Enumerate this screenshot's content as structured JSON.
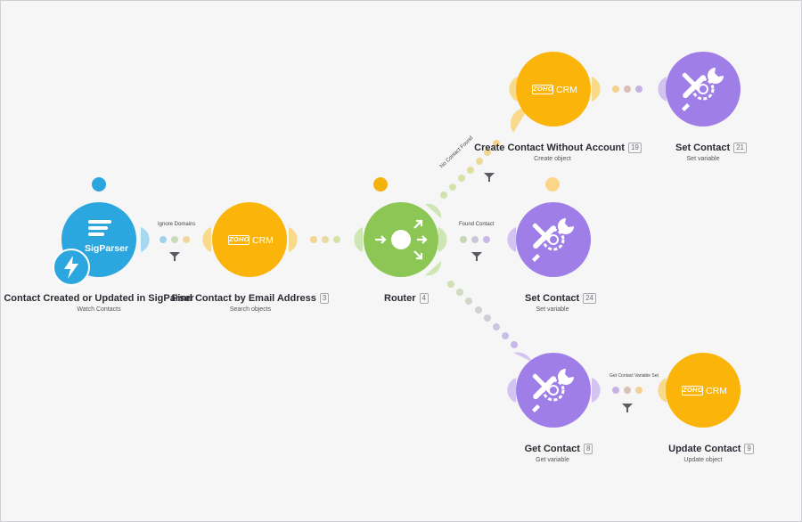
{
  "modules": {
    "sigparser": {
      "label": "Contact Created or Updated in SigParser",
      "sub": "Watch Contacts",
      "logo": "SigParser",
      "color": "#2ba6df"
    },
    "find": {
      "label": "Find Contact by Email Address",
      "badge": "3",
      "sub": "Search objects",
      "logo": "CRM"
    },
    "router": {
      "label": "Router",
      "badge": "4"
    },
    "create": {
      "label": "Create Contact Without Account",
      "badge": "19",
      "sub": "Create object",
      "logo": "CRM"
    },
    "setTop": {
      "label": "Set Contact",
      "badge": "21",
      "sub": "Set variable"
    },
    "setMid": {
      "label": "Set Contact",
      "badge": "24",
      "sub": "Set variable"
    },
    "get": {
      "label": "Get Contact",
      "badge": "8",
      "sub": "Get variable"
    },
    "update": {
      "label": "Update Contact",
      "badge": "9",
      "sub": "Update object",
      "logo": "CRM"
    }
  },
  "filters": {
    "ignore": "Ignore Domains",
    "noContact": "No Contact Found",
    "found": "Found Contact",
    "getSet": "Get Contact Variable Set"
  },
  "colors": {
    "zoho": "#fbb40a",
    "tools": "#a07ee8",
    "router": "#8cc654",
    "sigparser": "#2ba6df"
  },
  "icons": [
    "zoho-crm-logo",
    "wrench-gear-icon",
    "router-arrows-icon",
    "sigparser-logo",
    "lightning-bolt-icon",
    "filter-icon"
  ]
}
